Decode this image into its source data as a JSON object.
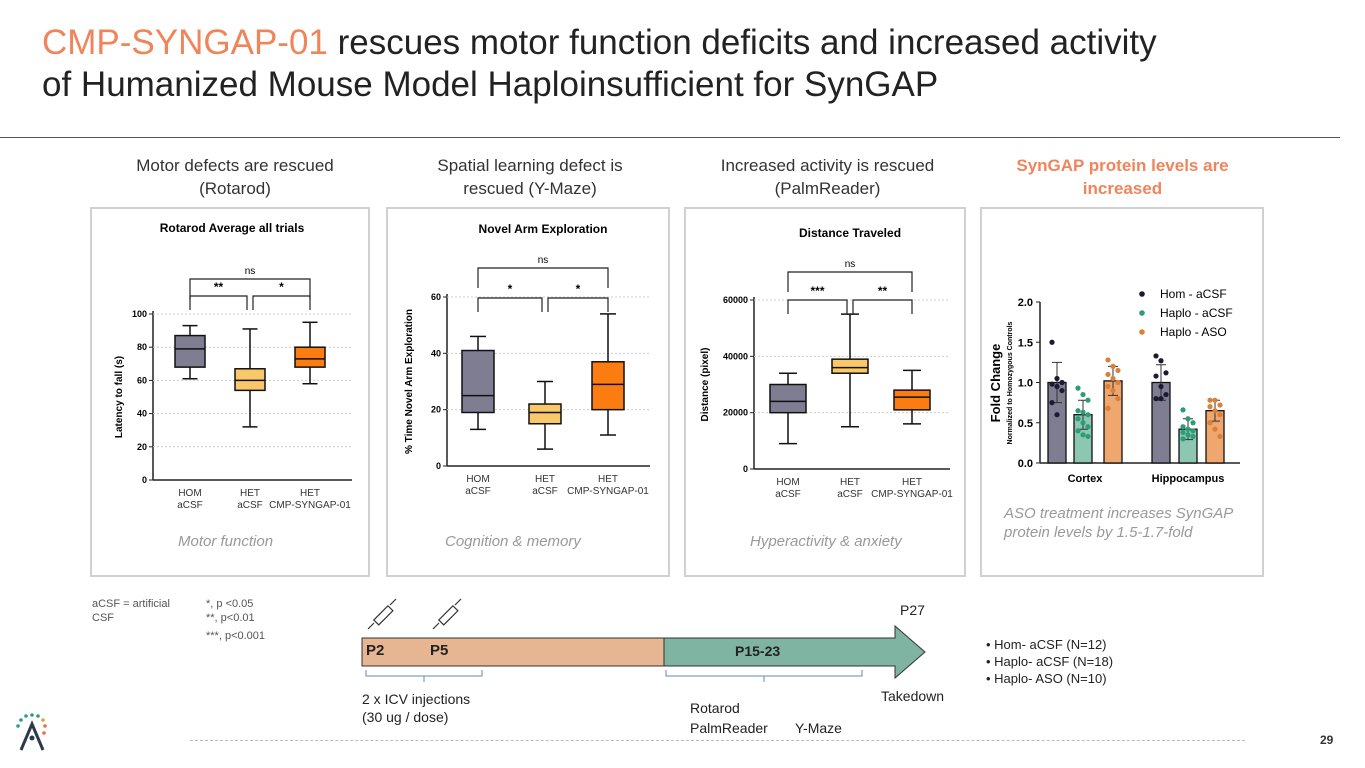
{
  "title": {
    "accent": "CMP-SYNGAP-01",
    "rest_line1": " rescues motor function deficits and increased activity",
    "line2": "of Humanized Mouse Model Haploinsufficient for SynGAP"
  },
  "headers": [
    "Motor defects are rescued (Rotarod)",
    "Spatial learning defect is rescued (Y-Maze)",
    "Increased activity is rescued (PalmReader)",
    "SynGAP protein levels are increased"
  ],
  "captions": [
    "Motor function",
    "Cognition & memory",
    "Hyperactivity & anxiety",
    "ASO treatment increases SynGAP protein levels by 1.5-1.7-fold"
  ],
  "colors": {
    "hom": "#7e7d92",
    "het": "#f9c86a",
    "cmp": "#fb7d12",
    "bar_hom": "#7e7d92",
    "bar_haplo": "#8cc7b1",
    "bar_aso": "#efa76e",
    "dot_hom": "#1a1a33",
    "dot_haplo": "#2f9c79",
    "dot_aso": "#d9803a"
  },
  "chart_data": [
    {
      "type": "box",
      "title": "Rotarod Average all trials",
      "ylabel": "Latency to fall  (s)",
      "ylim": [
        0,
        100
      ],
      "yticks": [
        0,
        20,
        40,
        60,
        80,
        100
      ],
      "categories": [
        [
          "HOM",
          "aCSF"
        ],
        [
          "HET",
          "aCSF"
        ],
        [
          "HET",
          "CMP-SYNGAP-01"
        ]
      ],
      "boxes": [
        {
          "min": 61,
          "q1": 68,
          "median": 79,
          "q3": 87,
          "max": 93
        },
        {
          "min": 32,
          "q1": 54,
          "median": 60,
          "q3": 67,
          "max": 91
        },
        {
          "min": 58,
          "q1": 68,
          "median": 73,
          "q3": 80,
          "max": 95
        }
      ],
      "sig": [
        {
          "from": 0,
          "to": 1,
          "label": "**"
        },
        {
          "from": 1,
          "to": 2,
          "label": "*"
        },
        {
          "from": 0,
          "to": 2,
          "label": "ns"
        }
      ]
    },
    {
      "type": "box",
      "title": "Novel Arm Exploration",
      "ylabel": "% Time Novel Arm Exploration",
      "ylim": [
        0,
        60
      ],
      "yticks": [
        0,
        20,
        40,
        60
      ],
      "categories": [
        [
          "HOM",
          "aCSF"
        ],
        [
          "HET",
          "aCSF"
        ],
        [
          "HET",
          "CMP-SYNGAP-01"
        ]
      ],
      "boxes": [
        {
          "min": 13,
          "q1": 19,
          "median": 25,
          "q3": 41,
          "max": 46
        },
        {
          "min": 6,
          "q1": 15,
          "median": 19,
          "q3": 22,
          "max": 30
        },
        {
          "min": 11,
          "q1": 20,
          "median": 29,
          "q3": 37,
          "max": 54
        }
      ],
      "sig": [
        {
          "from": 0,
          "to": 1,
          "label": "*"
        },
        {
          "from": 1,
          "to": 2,
          "label": "*"
        },
        {
          "from": 0,
          "to": 2,
          "label": "ns"
        }
      ]
    },
    {
      "type": "box",
      "title": "Distance Traveled",
      "ylabel": "Distance (pixel)",
      "ylim": [
        0,
        60000
      ],
      "yticks": [
        0,
        20000,
        40000,
        60000
      ],
      "categories": [
        [
          "HOM",
          "aCSF"
        ],
        [
          "HET",
          "aCSF"
        ],
        [
          "HET",
          "CMP-SYNGAP-01"
        ]
      ],
      "boxes": [
        {
          "min": 9000,
          "q1": 20000,
          "median": 24000,
          "q3": 30000,
          "max": 34000
        },
        {
          "min": 15000,
          "q1": 34000,
          "median": 36000,
          "q3": 39000,
          "max": 55000
        },
        {
          "min": 16000,
          "q1": 21000,
          "median": 25500,
          "q3": 28000,
          "max": 35000
        }
      ],
      "sig": [
        {
          "from": 0,
          "to": 1,
          "label": "***"
        },
        {
          "from": 1,
          "to": 2,
          "label": "**"
        },
        {
          "from": 0,
          "to": 2,
          "label": "ns"
        }
      ]
    },
    {
      "type": "bar",
      "ylabel": "Fold Change",
      "ylabel2": "Normalized to Homozygous Controls",
      "ylim": [
        0,
        2.0
      ],
      "yticks": [
        "0.0",
        "0.5",
        "1.0",
        "1.5",
        "2.0"
      ],
      "categories": [
        "Cortex",
        "Hippocampus"
      ],
      "series": [
        {
          "name": "Hom - aCSF",
          "values": [
            1.0,
            1.0
          ],
          "err": [
            0.25,
            0.22
          ],
          "points": [
            [
              1.5,
              1.05,
              1.0,
              0.98,
              0.95,
              0.9,
              0.75,
              0.6
            ],
            [
              1.33,
              1.27,
              1.12,
              1.08,
              0.95,
              0.85,
              0.8,
              0.8
            ]
          ]
        },
        {
          "name": "Haplo - aCSF",
          "values": [
            0.6,
            0.42
          ],
          "err": [
            0.18,
            0.13
          ],
          "points": [
            [
              0.93,
              0.85,
              0.78,
              0.65,
              0.63,
              0.6,
              0.55,
              0.5,
              0.45,
              0.4,
              0.35,
              0.33
            ],
            [
              0.66,
              0.55,
              0.5,
              0.45,
              0.42,
              0.4,
              0.38,
              0.35,
              0.33,
              0.3
            ]
          ]
        },
        {
          "name": "Haplo - ASO",
          "values": [
            1.02,
            0.65
          ],
          "err": [
            0.18,
            0.13
          ],
          "points": [
            [
              1.28,
              1.2,
              1.15,
              1.1,
              1.05,
              1.0,
              0.95,
              0.9,
              0.8,
              0.68
            ],
            [
              0.78,
              0.78,
              0.72,
              0.7,
              0.65,
              0.6,
              0.5,
              0.42,
              0.33
            ]
          ]
        }
      ]
    }
  ],
  "legend_notes": {
    "acsf": "aCSF = artificial CSF",
    "p1": "*, p <0.05",
    "p2": "**, p<0.01",
    "p3": "***, p<0.001"
  },
  "timeline": {
    "p2": "P2",
    "p5": "P5",
    "p15": "P15-23",
    "p27": "P27",
    "injections": "2 x ICV injections",
    "dose": "(30 ug / dose)",
    "rotarod": "Rotarod",
    "palmreader": "PalmReader",
    "ymaze": "Y-Maze",
    "takedown": "Takedown"
  },
  "groups": [
    "Hom- aCSF (N=12)",
    "Haplo- aCSF (N=18)",
    "Haplo- ASO (N=10)"
  ],
  "page_number": "29"
}
